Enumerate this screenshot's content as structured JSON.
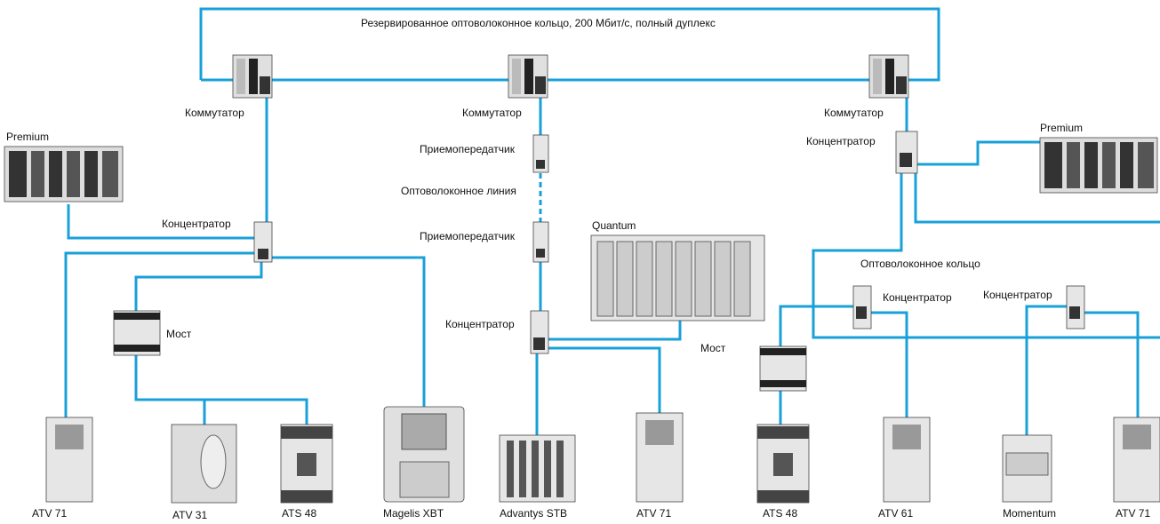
{
  "ring_label": "Резервированное оптоволоконное кольцо, 200 Мбит/с, полный дуплекс",
  "switches": {
    "left": "Коммутатор",
    "middle": "Коммутатор",
    "right": "Коммутатор"
  },
  "premium_left": "Premium",
  "premium_right": "Premium",
  "hub_left": "Концентратор",
  "hub_middle": "Концентратор",
  "hub_right_top": "Концентратор",
  "hub_ring_a": "Концентратор",
  "hub_ring_b": "Концентратор",
  "bridge_left": "Мост",
  "bridge_right": "Мост",
  "transceiver_top": "Приемопередатчик",
  "transceiver_bottom": "Приемопередатчик",
  "fiber_line": "Оптоволоконное линия",
  "fiber_ring": "Оптоволоконное кольцо",
  "quantum": "Quantum",
  "devices": {
    "atv71_a": "ATV 71",
    "atv31": "ATV 31",
    "ats48_a": "ATS 48",
    "magelis": "Magelis XBT",
    "advantys": "Advantys STB",
    "atv71_b": "ATV 71",
    "ats48_b": "ATS 48",
    "atv61": "ATV 61",
    "momentum": "Momentum",
    "atv71_c": "ATV 71"
  },
  "colors": {
    "link": "#1aa0d8",
    "device_fill": "#e6e6e6",
    "device_dark": "#222222"
  }
}
